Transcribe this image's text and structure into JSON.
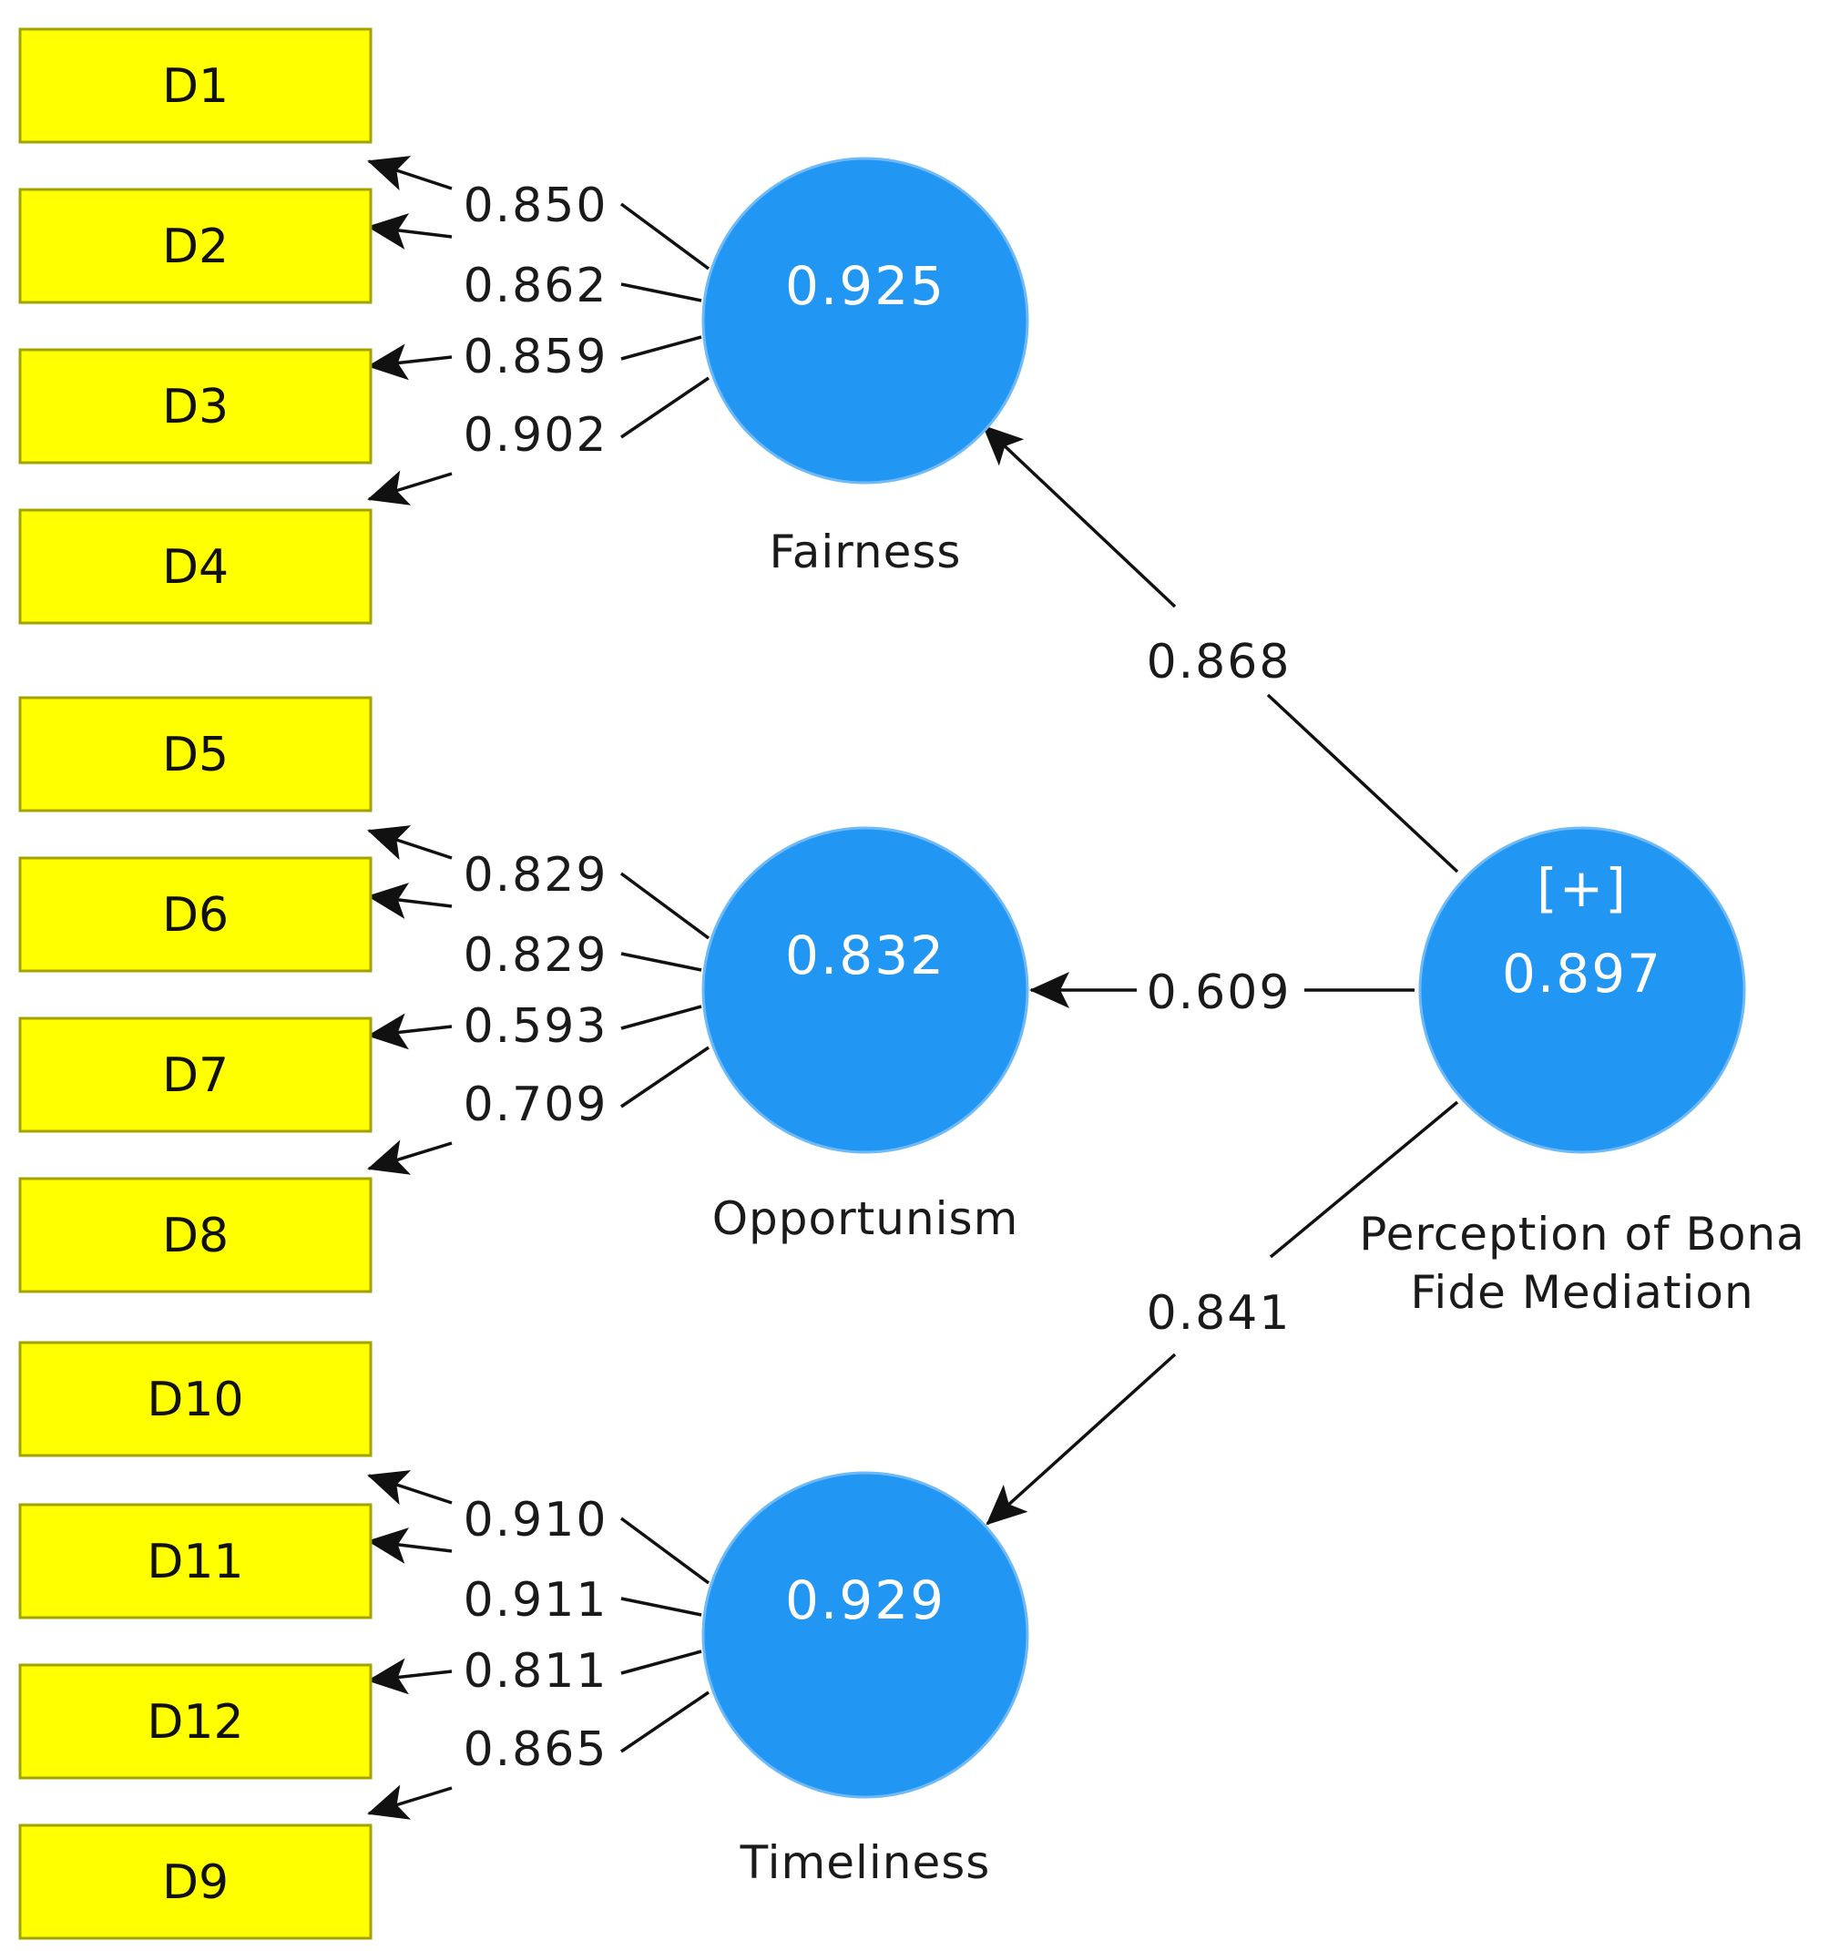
{
  "constructs": [
    {
      "id": "fairness",
      "name_lines": [
        "Fairness"
      ],
      "value": "0.925",
      "indicators": [
        {
          "label": "D1",
          "loading": "0.850"
        },
        {
          "label": "D2",
          "loading": "0.862"
        },
        {
          "label": "D3",
          "loading": "0.859"
        },
        {
          "label": "D4",
          "loading": "0.902"
        }
      ]
    },
    {
      "id": "opportunism",
      "name_lines": [
        "Opportunism"
      ],
      "value": "0.832",
      "indicators": [
        {
          "label": "D5",
          "loading": "0.829"
        },
        {
          "label": "D6",
          "loading": "0.829"
        },
        {
          "label": "D7",
          "loading": "0.593"
        },
        {
          "label": "D8",
          "loading": "0.709"
        }
      ]
    },
    {
      "id": "timeliness",
      "name_lines": [
        "Timeliness"
      ],
      "value": "0.929",
      "indicators": [
        {
          "label": "D10",
          "loading": "0.910"
        },
        {
          "label": "D11",
          "loading": "0.911"
        },
        {
          "label": "D12",
          "loading": "0.811"
        },
        {
          "label": "D9",
          "loading": "0.865"
        }
      ]
    }
  ],
  "second_order": {
    "id": "perception",
    "name_lines": [
      "Perception of Bona",
      "Fide Mediation"
    ],
    "marker": "[+]",
    "value": "0.897",
    "paths": [
      {
        "to": "fairness",
        "coefficient": "0.868"
      },
      {
        "to": "opportunism",
        "coefficient": "0.609"
      },
      {
        "to": "timeliness",
        "coefficient": "0.841"
      }
    ]
  },
  "colors": {
    "indicator_fill": "#ffff00",
    "construct_fill": "#2196f3",
    "edge": "#111111"
  }
}
